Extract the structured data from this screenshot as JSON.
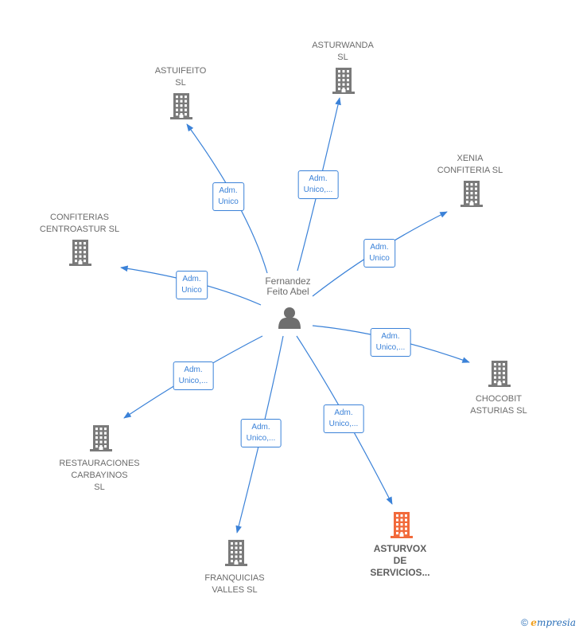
{
  "colors": {
    "edge": "#3b82d8",
    "company": "#7a7a7a",
    "focus_company": "#f26a3b",
    "person": "#6e6e6e"
  },
  "center": {
    "name": "Fernandez\nFeito Abel",
    "icon": "person-icon"
  },
  "companies": [
    {
      "id": "asturwanda",
      "name": "ASTURWANDA\nSL",
      "role": "Adm.\nUnico,...",
      "focus": false
    },
    {
      "id": "astuifeito",
      "name": "ASTUIFEITO\nSL",
      "role": "Adm.\nUnico",
      "focus": false
    },
    {
      "id": "xenia",
      "name": "XENIA\nCONFITERIA SL",
      "role": "Adm.\nUnico",
      "focus": false
    },
    {
      "id": "confiterias",
      "name": "CONFITERIAS\nCENTROASTUR SL",
      "role": "Adm.\nUnico",
      "focus": false
    },
    {
      "id": "chocobit",
      "name": "CHOCOBIT\nASTURIAS SL",
      "role": "Adm.\nUnico,...",
      "focus": false
    },
    {
      "id": "restauraciones",
      "name": "RESTAURACIONES\nCARBAYINOS\nSL",
      "role": "Adm.\nUnico,...",
      "focus": false
    },
    {
      "id": "franquicias",
      "name": "FRANQUICIAS\nVALLES  SL",
      "role": "Adm.\nUnico,...",
      "focus": false
    },
    {
      "id": "asturvox",
      "name": "ASTURVOX\nDE\nSERVICIOS...",
      "role": "Adm.\nUnico,...",
      "focus": true
    }
  ],
  "footer": {
    "copyright": "©",
    "brand_initial": "e",
    "brand_rest": "mpresia"
  }
}
